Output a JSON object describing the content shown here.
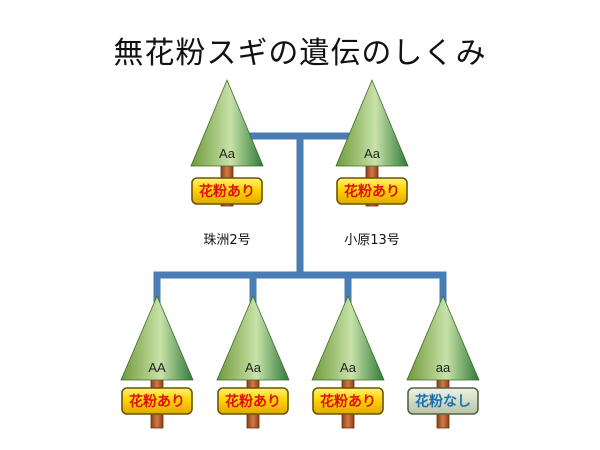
{
  "title": "無花粉スギの遺伝のしくみ",
  "colors": {
    "connector": "#4a7db4",
    "badge_pollen_fill": "#ffd500",
    "badge_pollen_text": "#e01010",
    "badge_none_fill": "#cfd8bf",
    "badge_none_text": "#1a6fb0",
    "trunk": "#b45a28"
  },
  "parents": [
    {
      "genotype": "Aa",
      "pollen": "花粉あり",
      "name": "珠洲2号",
      "type": "pollen"
    },
    {
      "genotype": "Aa",
      "pollen": "花粉あり",
      "name": "小原13号",
      "type": "pollen"
    }
  ],
  "offspring": [
    {
      "genotype": "AA",
      "pollen": "花粉あり",
      "type": "pollen"
    },
    {
      "genotype": "Aa",
      "pollen": "花粉あり",
      "type": "pollen"
    },
    {
      "genotype": "Aa",
      "pollen": "花粉あり",
      "type": "pollen"
    },
    {
      "genotype": "aa",
      "pollen": "花粉なし",
      "type": "none"
    }
  ]
}
